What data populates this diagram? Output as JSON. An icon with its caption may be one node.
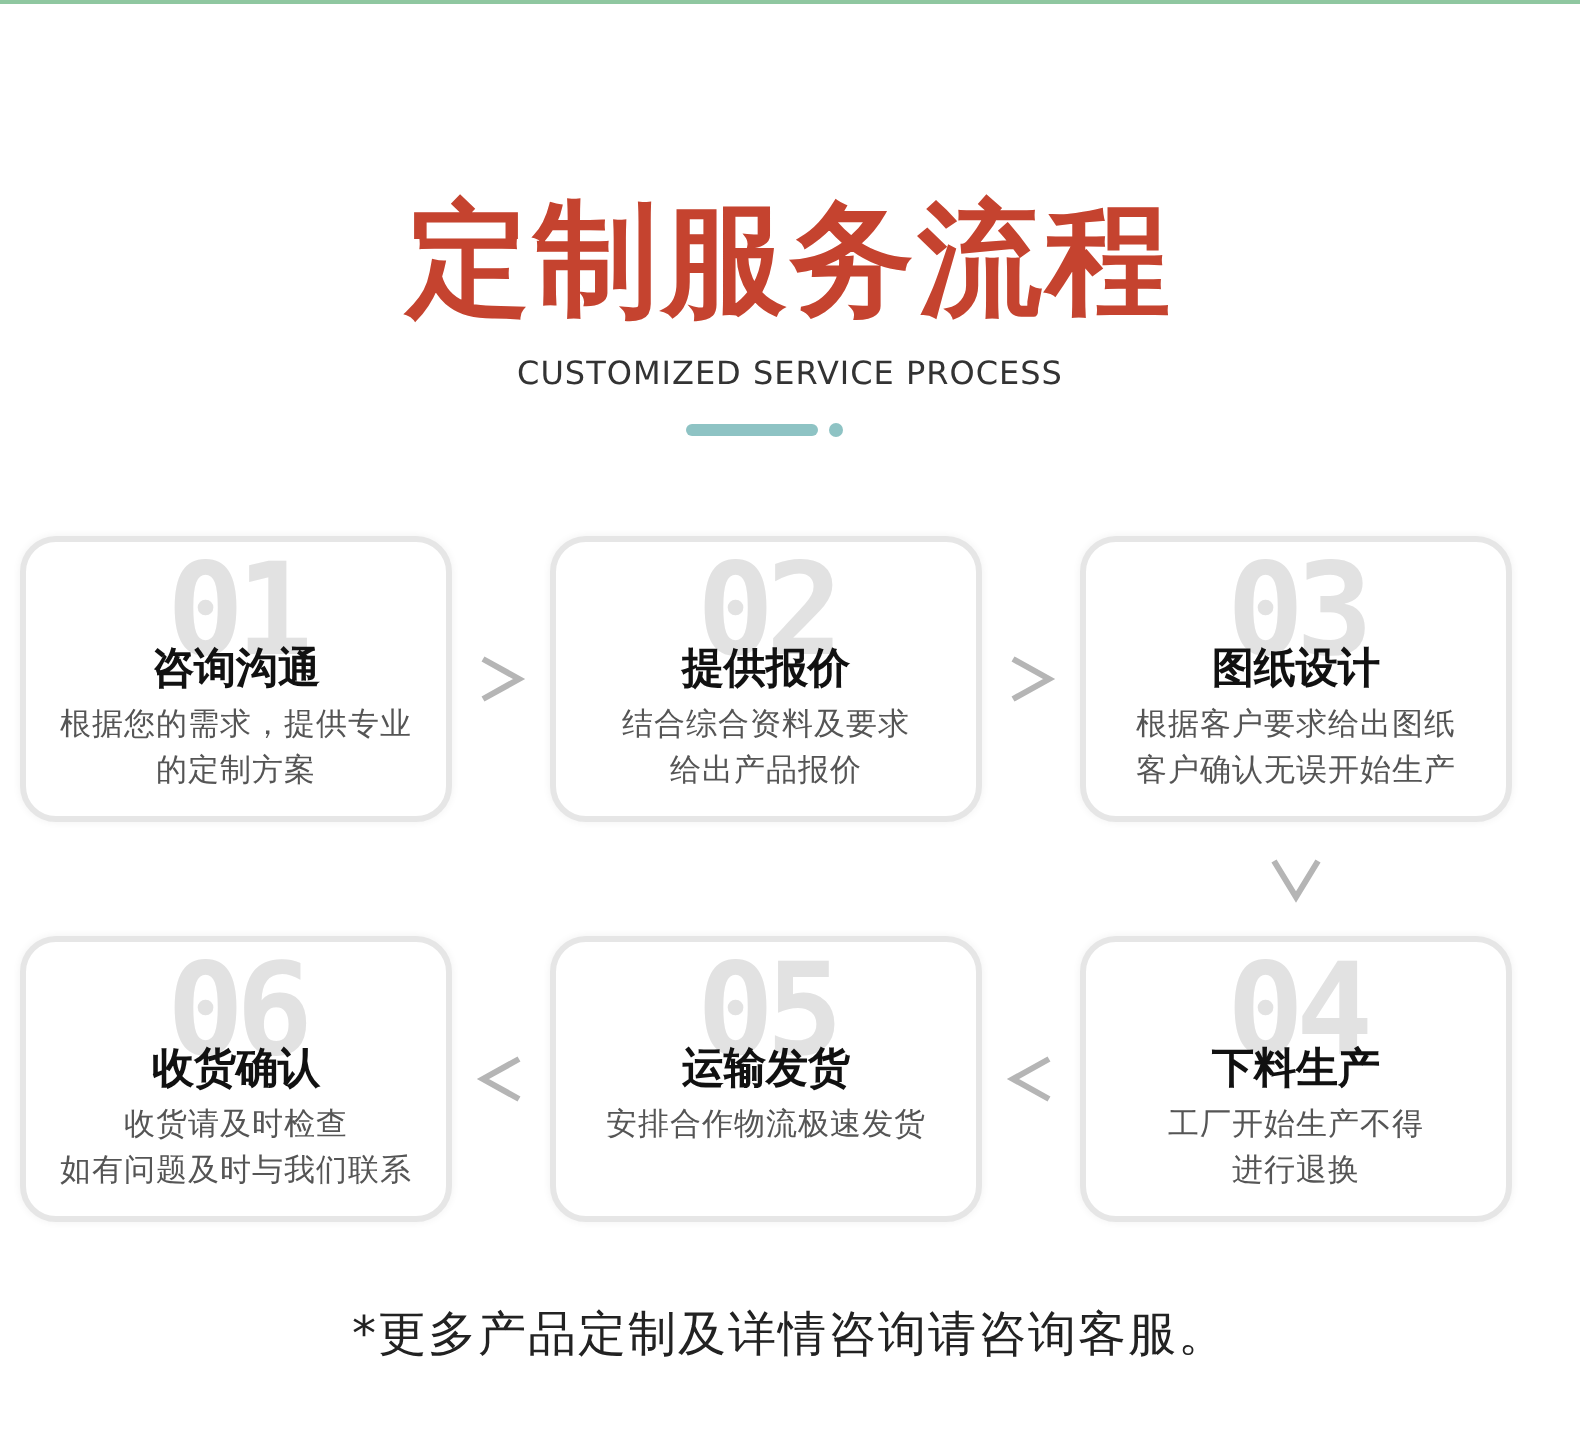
{
  "diagram": {
    "title": "定制服务流程",
    "nodes": [
      {
        "text": [
          "01",
          "咨询沟通",
          "根据您的需求，提供专业的定制方案"
        ]
      },
      {
        "text": [
          "02",
          "提供报价",
          "结合综合资料及要求给出产品报价"
        ]
      },
      {
        "text": [
          "03",
          "图纸设计",
          "根据客户要求给出图纸客户确认无误开始生产"
        ]
      },
      {
        "text": [
          "06",
          "收货确认",
          "收货请及时检查如有问题及时与我们联系"
        ]
      },
      {
        "text": [
          "05",
          "运输发货",
          "安排合作物流极速发货"
        ]
      },
      {
        "text": [
          "04",
          "下料生产",
          "工厂开始生产不得进行退换"
        ]
      }
    ],
    "edges": [
      {
        "from": 0,
        "to": 1,
        "arrow": "to"
      },
      {
        "from": 1,
        "to": 2,
        "arrow": "to"
      },
      {
        "from": 2,
        "to": 5,
        "arrow": "to"
      },
      {
        "from": 5,
        "to": 4,
        "arrow": "to"
      },
      {
        "from": 4,
        "to": 3,
        "arrow": "to"
      }
    ],
    "labels": [
      "CUSTOMIZED SERVICE PROCESS",
      "*更多产品定制及详情咨询请咨询客服。"
    ]
  }
}
